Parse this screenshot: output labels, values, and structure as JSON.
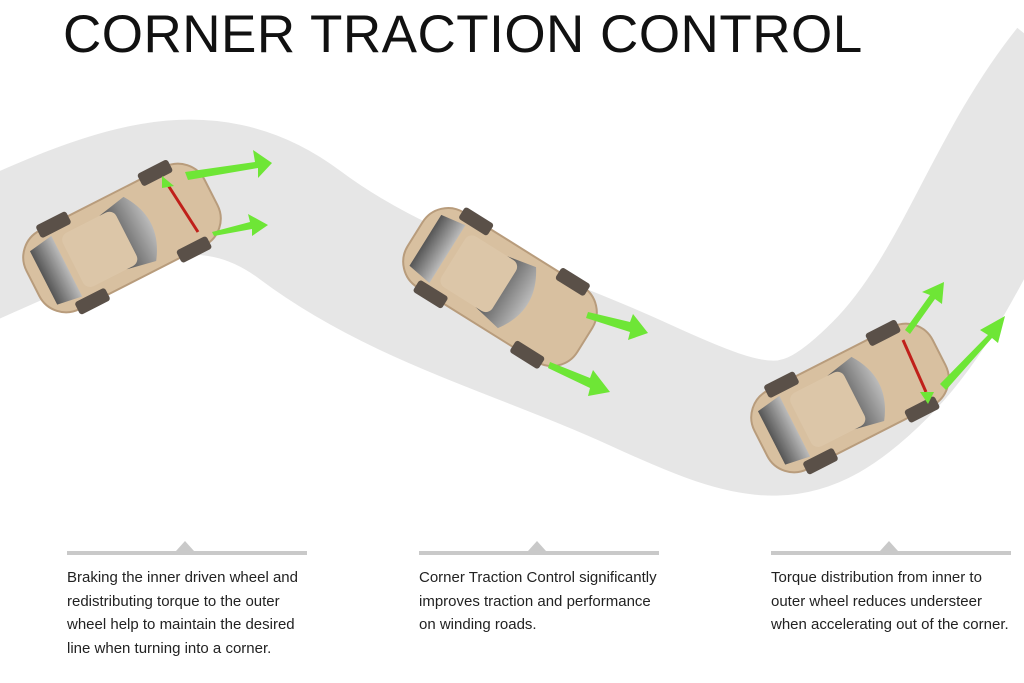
{
  "title": "CORNER TRACTION CONTROL",
  "captions": [
    {
      "text": "Braking the inner driven wheel and redistributing torque to the outer wheel help to maintain the desired line when turning into a corner."
    },
    {
      "text": "Corner Traction Control significantly improves traction and performance on winding roads."
    },
    {
      "text": "Torque distribution from inner to outer wheel reduces understeer when accelerating out of the corner."
    }
  ],
  "colors": {
    "road": "#e6e6e6",
    "car": "#d8c0a0",
    "arrow": "#6ee636",
    "brake": "#c0201a",
    "divider": "#c9c9c9"
  }
}
